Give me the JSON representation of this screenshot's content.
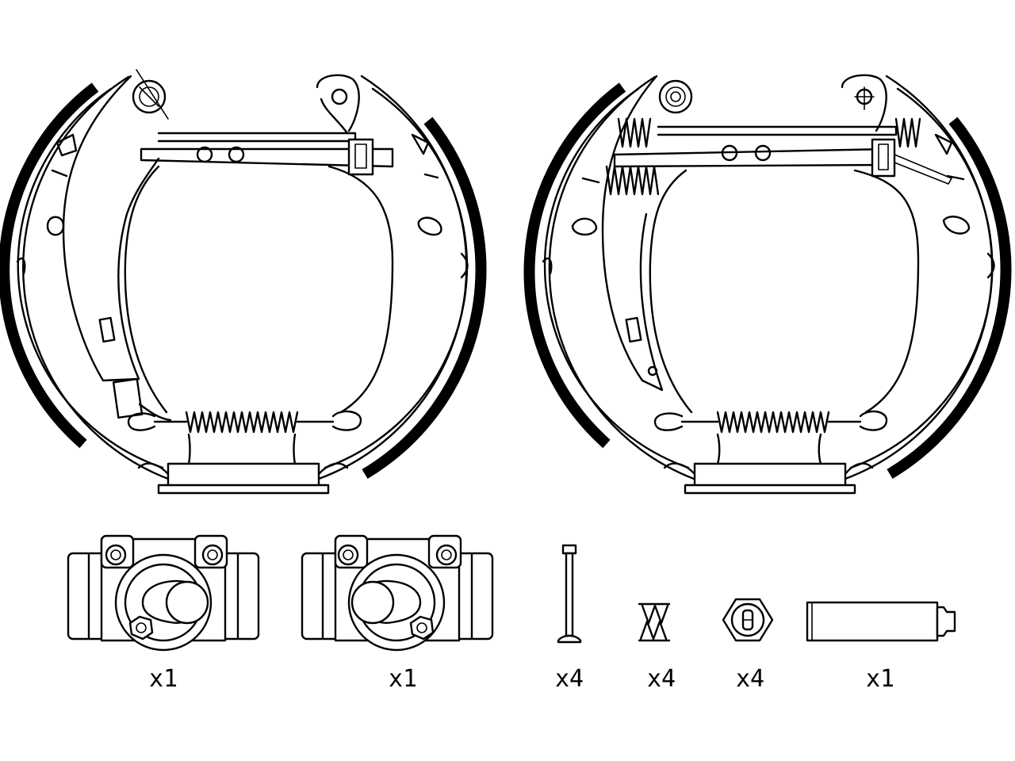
{
  "colors": {
    "line": "#000000",
    "background": "#ffffff"
  },
  "parts": [
    {
      "id": "wheel-cylinder-left",
      "quantity_label": "x1"
    },
    {
      "id": "wheel-cylinder-right",
      "quantity_label": "x1"
    },
    {
      "id": "hold-down-pin",
      "quantity_label": "x4"
    },
    {
      "id": "hold-down-spring",
      "quantity_label": "x4"
    },
    {
      "id": "retainer-cup",
      "quantity_label": "x4"
    },
    {
      "id": "grease-tube",
      "quantity_label": "x1"
    }
  ]
}
